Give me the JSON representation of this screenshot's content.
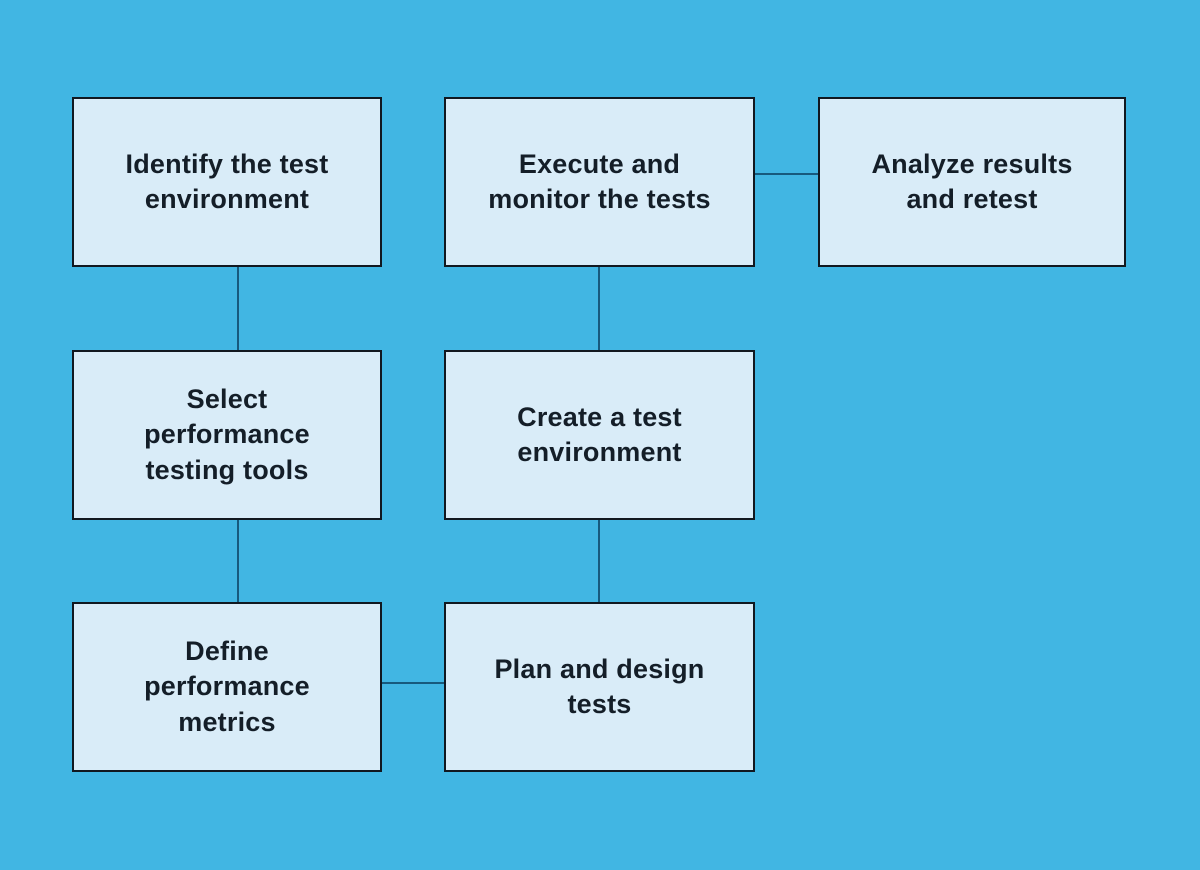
{
  "theme": {
    "background": "#41B6E3",
    "node_fill": "#D9ECF8",
    "node_border": "#111820",
    "connector_color": "#175A7D",
    "text_color": "#141E28"
  },
  "diagram": {
    "type": "flowchart",
    "nodes": [
      {
        "id": "identify-test-environment",
        "label": "Identify the test\nenvironment"
      },
      {
        "id": "execute-and-monitor-tests",
        "label": "Execute and\nmonitor the tests"
      },
      {
        "id": "analyze-results-and-retest",
        "label": "Analyze results\nand retest"
      },
      {
        "id": "select-performance-testing-tools",
        "label": "Select\nperformance\ntesting tools"
      },
      {
        "id": "create-test-environment",
        "label": "Create a test\nenvironment"
      },
      {
        "id": "define-performance-metrics",
        "label": "Define\nperformance\nmetrics"
      },
      {
        "id": "plan-and-design-tests",
        "label": "Plan and design\ntests"
      }
    ],
    "edges": [
      {
        "from": "identify-test-environment",
        "to": "select-performance-testing-tools"
      },
      {
        "from": "select-performance-testing-tools",
        "to": "define-performance-metrics"
      },
      {
        "from": "define-performance-metrics",
        "to": "plan-and-design-tests"
      },
      {
        "from": "plan-and-design-tests",
        "to": "create-test-environment"
      },
      {
        "from": "create-test-environment",
        "to": "execute-and-monitor-tests"
      },
      {
        "from": "execute-and-monitor-tests",
        "to": "analyze-results-and-retest"
      }
    ]
  }
}
